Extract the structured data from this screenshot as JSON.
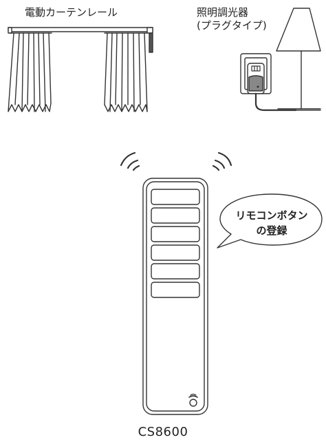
{
  "curtain": {
    "label": "電動カーテンレール"
  },
  "dimmer": {
    "label_line1": "照明調光器",
    "label_line2": "(プラグタイプ)"
  },
  "bubble": {
    "line1": "リモコンボタン",
    "line2": "の登録"
  },
  "remote": {
    "model": "CS8600",
    "button_count": 6
  }
}
